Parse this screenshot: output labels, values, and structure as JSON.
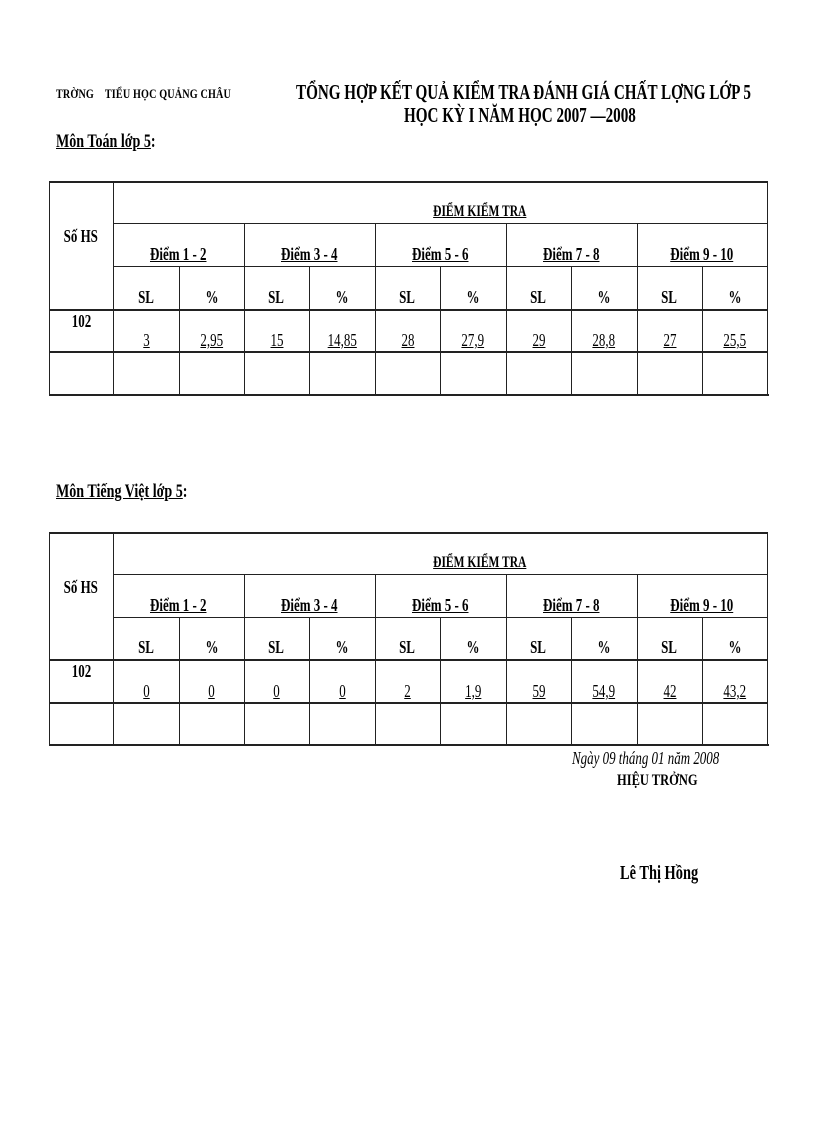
{
  "header": {
    "school_prefix": "TRỜNG",
    "school_name": "TIỂU HỌC QUẢNG CHÂU",
    "title": "TỔNG HỢP KẾT QUẢ KIỂM TRA ĐÁNH GIÁ CHẤT LỢNG    LỚP 5",
    "subtitle": "HỌC KỲ I NĂM HỌC 2007 —2008"
  },
  "tables": [
    {
      "section_title": "Môn Toán lớp 5",
      "section_suffix": ":",
      "col_header_students": "Số HS",
      "group_header": "ĐIỂM KIỂM TRA",
      "score_bands": [
        "Điểm 1 - 2",
        "Điểm 3 - 4",
        "Điểm 5 - 6",
        "Điểm 7 - 8",
        "Điểm 9 - 10"
      ],
      "sub_headers": [
        "SL",
        "%",
        "SL",
        "%",
        "SL",
        "%",
        "SL",
        "%",
        "SL",
        "%"
      ],
      "students": "102",
      "values": [
        "3",
        "2,95",
        "15",
        "14,85",
        "28",
        "27,9",
        "29",
        "28,8",
        "27",
        "25,5"
      ]
    },
    {
      "section_title": "Môn Tiếng Việt lớp 5",
      "section_suffix": ":",
      "col_header_students": "Số HS",
      "group_header": "ĐIỂM KIỂM TRA",
      "score_bands": [
        "Điểm 1 - 2",
        "Điểm 3 - 4",
        "Điểm 5 - 6",
        "Điểm 7 - 8",
        "Điểm 9 - 10"
      ],
      "sub_headers": [
        "SL",
        "%",
        "SL",
        "%",
        "SL",
        "%",
        "SL",
        "%",
        "SL",
        "%"
      ],
      "students": "102",
      "values": [
        "0",
        "0",
        "0",
        "0",
        "2",
        "1,9",
        "59",
        "54,9",
        "42",
        "43,2"
      ]
    }
  ],
  "footer": {
    "date": "Ngày 09 tháng 01 năm 2008",
    "role": "HIỆU TRỞNG",
    "signer": "Lê Thị Hồng"
  }
}
